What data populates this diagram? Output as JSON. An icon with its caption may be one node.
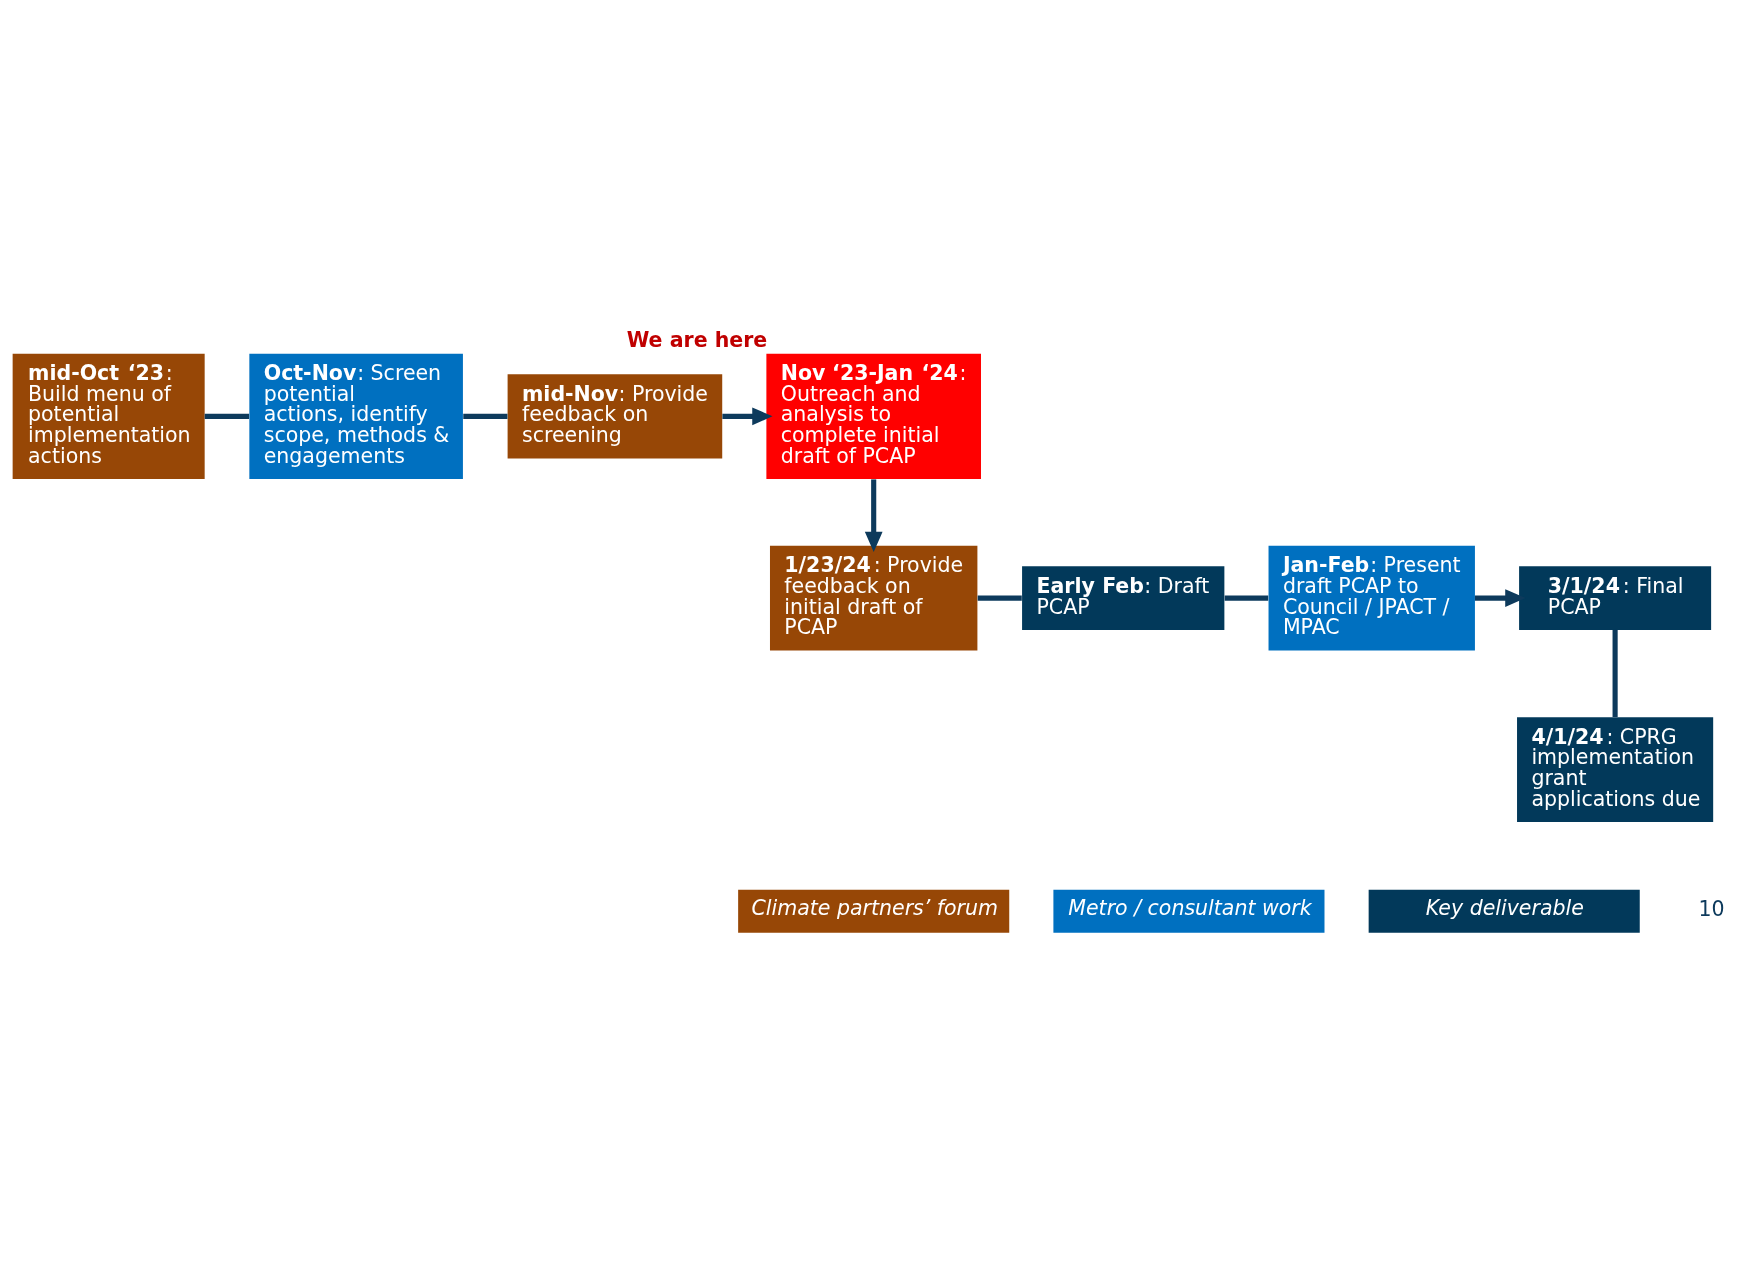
{
  "diagram": {
    "nodes": [
      {
        "text": [
          "**mid-Oct ‘23**: Build menu of potential implementation actions"
        ]
      },
      {
        "text": [
          "**Oct-Nov**: Screen potential actions, identify scope, methods & engagements"
        ]
      },
      {
        "text": [
          "**mid-Nov**: Provide feedback on screening"
        ]
      },
      {
        "text": [
          "**Nov ‘23-Jan ‘24**: Outreach and analysis to complete initial draft of PCAP"
        ],
        "beside": [
          "We are here"
        ]
      },
      {
        "text": [
          "**1/23/24**: Provide feedback on initial draft of PCAP"
        ]
      },
      {
        "text": [
          "**Early Feb**: Draft PCAP"
        ]
      },
      {
        "text": [
          "**Jan-Feb**: Present draft PCAP to Council / JPACT / MPAC"
        ]
      },
      {
        "text": [
          "**3/1/24**: Final PCAP"
        ]
      },
      {
        "text": [
          "**4/1/24**: CPRG implementation grant applications due"
        ]
      }
    ],
    "edges": [
      {
        "from": 0,
        "to": 1,
        "arrow": "none"
      },
      {
        "from": 1,
        "to": 2,
        "arrow": "none"
      },
      {
        "from": 2,
        "to": 3,
        "arrow": "to"
      },
      {
        "from": 3,
        "to": 4,
        "arrow": "to"
      },
      {
        "from": 4,
        "to": 5,
        "arrow": "none"
      },
      {
        "from": 5,
        "to": 6,
        "arrow": "none"
      },
      {
        "from": 6,
        "to": 7,
        "arrow": "to"
      },
      {
        "from": 7,
        "to": 8,
        "arrow": "none"
      }
    ],
    "labels": [
      "10"
    ],
    "legend": [
      {
        "text": "Climate partners’ forum",
        "color": "#974706"
      },
      {
        "text": "Metro / consultant work",
        "color": "#0070c0"
      },
      {
        "text": "Key deliverable",
        "color": "#02395a"
      }
    ]
  }
}
